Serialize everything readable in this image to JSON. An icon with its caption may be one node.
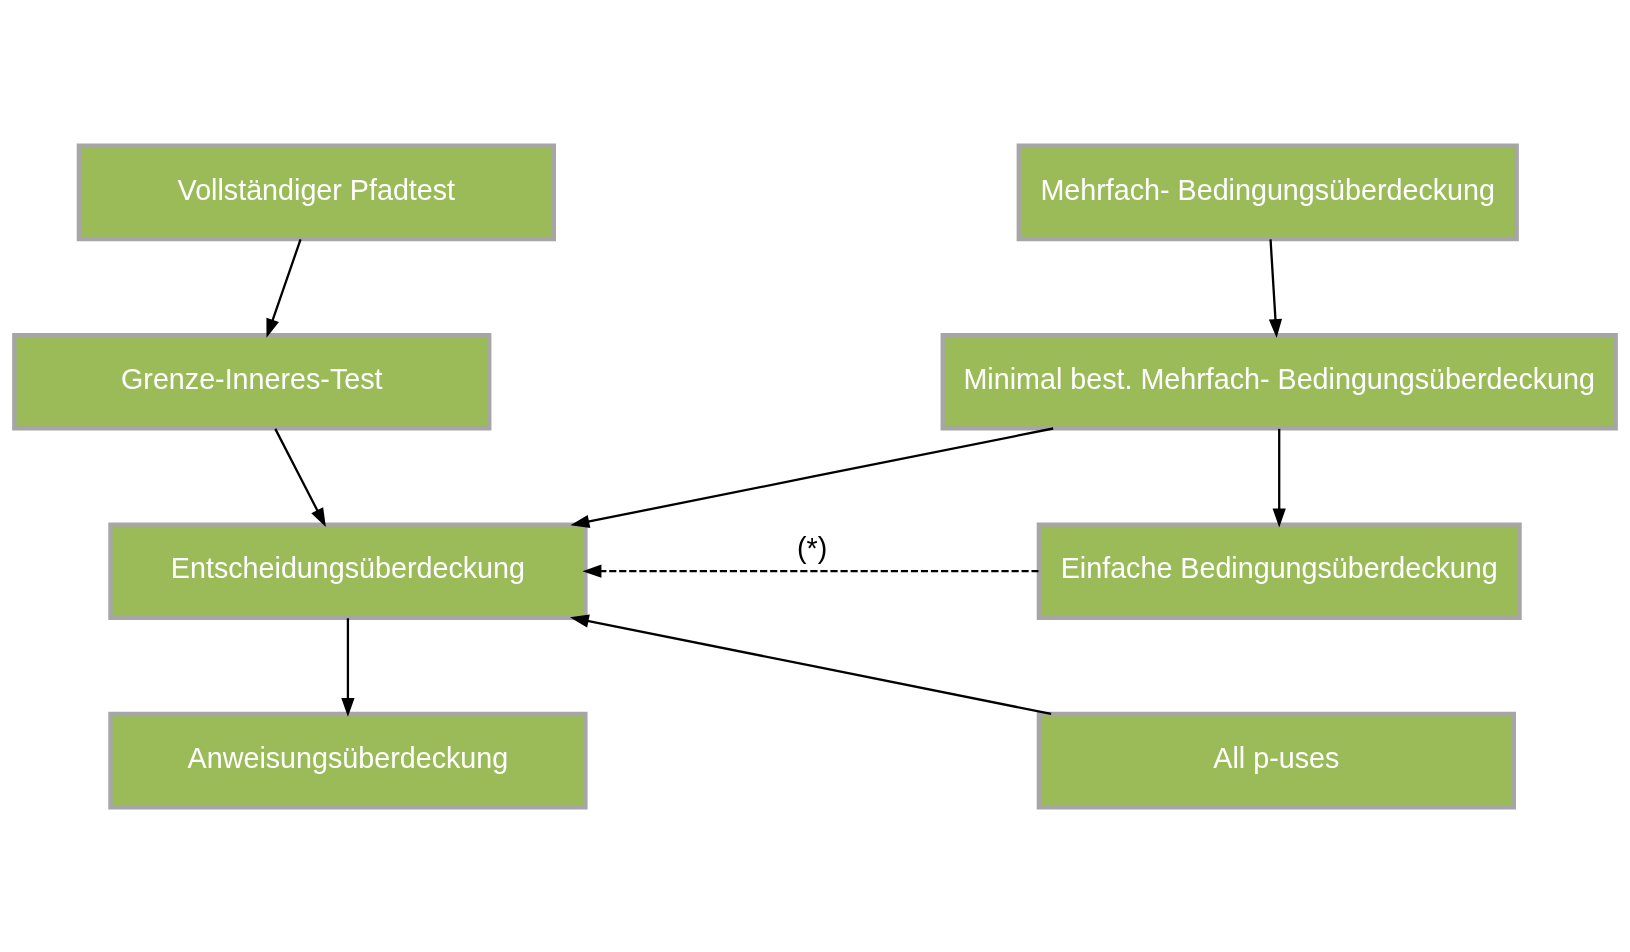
{
  "diagram": {
    "nodes": [
      {
        "text": [
          "Vollständiger Pfadtest"
        ]
      },
      {
        "text": [
          "Mehrfach- Bedingungsüberdeckung"
        ]
      },
      {
        "text": [
          "Grenze-Inneres-Test"
        ]
      },
      {
        "text": [
          "Minimal best. Mehrfach- Bedingungsüberdeckung"
        ]
      },
      {
        "text": [
          "Entscheidungsüberdeckung"
        ]
      },
      {
        "text": [
          "Einfache Bedingungsüberdeckung"
        ]
      },
      {
        "text": [
          "All p-uses"
        ]
      },
      {
        "text": [
          "Anweisungsüberdeckung"
        ]
      }
    ],
    "edges": [
      {
        "from": 0,
        "to": 2,
        "arrow": "to"
      },
      {
        "from": 1,
        "to": 3,
        "arrow": "to"
      },
      {
        "from": 2,
        "to": 4,
        "arrow": "to"
      },
      {
        "from": 3,
        "to": 4,
        "arrow": "to"
      },
      {
        "from": 3,
        "to": 5,
        "arrow": "to"
      },
      {
        "from": 5,
        "to": 4,
        "arrow": "to",
        "style": "dashed",
        "label": "(*)"
      },
      {
        "from": 6,
        "to": 4,
        "arrow": "to"
      },
      {
        "from": 4,
        "to": 7,
        "arrow": "to"
      }
    ]
  }
}
